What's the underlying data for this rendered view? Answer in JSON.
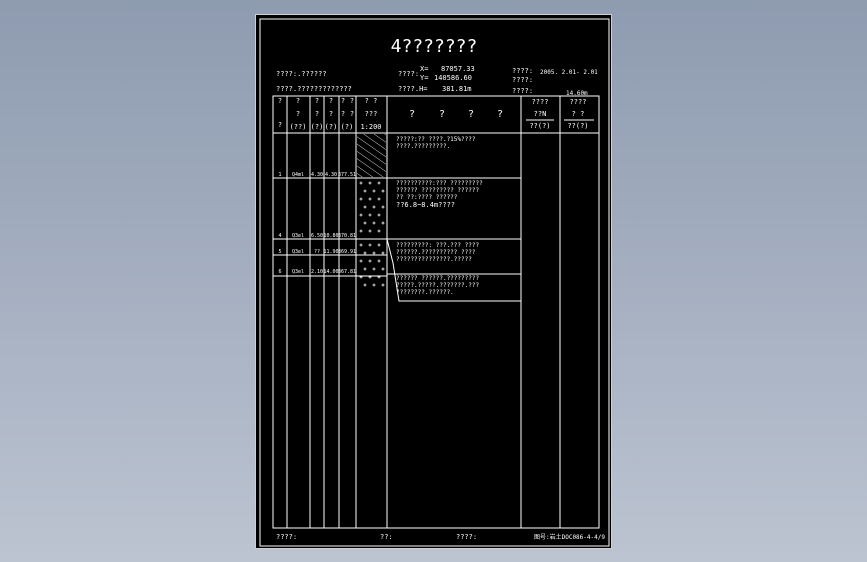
{
  "title": "4???????",
  "header": {
    "left_line1": "????:.??????",
    "left_line2": "????.?????????????",
    "coord_label": "????:",
    "x_label": "X=",
    "x_value": "87057.33",
    "y_label": "Y=",
    "y_value": "140586.60",
    "elev_label": "????.H=",
    "elev_value": "381.81m",
    "right_label1": "????:",
    "right_value1": "2005. 2.01-  2.01",
    "right_label2": "????:",
    "right_label3": "????:",
    "right_value3": "14.60m"
  },
  "table_header": {
    "col1": [
      "?",
      "",
      "?"
    ],
    "col2": [
      "?",
      "?",
      "(??)"
    ],
    "col3": [
      "?",
      "?",
      "(?)"
    ],
    "col4": [
      "?",
      "?",
      "(?)"
    ],
    "col5": [
      "?",
      "?",
      "(?)"
    ],
    "col6": [
      "?",
      "?",
      "(?)"
    ],
    "col7_top": "?   ?",
    "col7_mid": "???",
    "col7_scale": "1:200",
    "desc_chars": [
      "?",
      "?",
      "?",
      "?"
    ],
    "col9": [
      "????",
      "??N",
      "??(?)"
    ],
    "col10": [
      "????",
      "?  ?",
      "??(?)"
    ]
  },
  "layers": [
    {
      "no": "1",
      "era": "Q4ml",
      "elev": "4.30",
      "depth": "4.30",
      "thick": "377.51",
      "desc": [
        "?????:?? ????.?15%????",
        "????.?????????."
      ]
    },
    {
      "no": "4",
      "era": "Q3el",
      "elev": "6.50",
      "depth": "10.80",
      "thick": "370.81",
      "desc": [
        "??????????:??? ?????????",
        "?????? ????????? ??????",
        "?? ??:???? ??????",
        "??6.8~8.4m????"
      ]
    },
    {
      "no": "5",
      "era": "Q3el",
      "elev": "??",
      "depth": "11.90",
      "thick": "369.91",
      "desc": [
        "?????????: ???.??? ????",
        "??????.?????????? ????",
        "???????????????.?????"
      ]
    },
    {
      "no": "6",
      "era": "Q3el",
      "elev": "2.10",
      "depth": "14.00",
      "thick": "367.81",
      "desc": [
        "?????? ??????.?????????",
        "?????.?????.???????.???",
        "????????.??????."
      ]
    }
  ],
  "footer": {
    "f1": "????:",
    "f2": "??:",
    "f3": "????:",
    "f4": "图号:岩土DOC086-4-4/9"
  }
}
